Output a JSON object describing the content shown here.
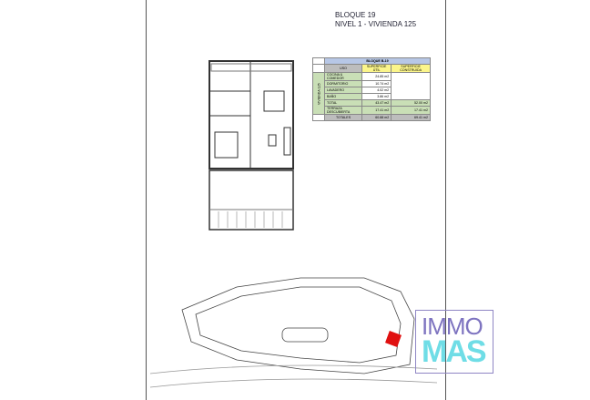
{
  "header": {
    "line1": "BLOQUE 19",
    "line2": "NIVEL 1 - VIVIENDA 125"
  },
  "table": {
    "title": "BLOQUE B-19",
    "col_uso": "USO",
    "col_util": "SUPERFICIE ÚTIL",
    "col_construida": "SUPERFICIE CONSTRUIDA",
    "group": "VIVIENDA 125",
    "rows": [
      {
        "uso": "COCINA & COMEDOR",
        "util": "24.85 m2"
      },
      {
        "uso": "DORMITORIO",
        "util": "10.74 m2"
      },
      {
        "uso": "LAVADERO",
        "util": "4.02 m2"
      },
      {
        "uso": "BAÑO",
        "util": "3.86 m2"
      }
    ],
    "total": {
      "uso": "TOTAL",
      "util": "43.47 m2",
      "construida": "52.00 m2"
    },
    "terraza": {
      "uso": "TERRAZA DESCUBIERTA",
      "util": "17.41 m2",
      "construida": "17.41 m2"
    },
    "totales": {
      "uso": "TOTALES",
      "util": "60.88 m2",
      "construida": "69.41 m2"
    }
  },
  "logo": {
    "top": "IMMO",
    "bottom": "MAS"
  },
  "colors": {
    "header": "#b7c7e6",
    "green": "#c9dfb6",
    "yellow": "#fbf58a",
    "highlight": "#e01010"
  }
}
